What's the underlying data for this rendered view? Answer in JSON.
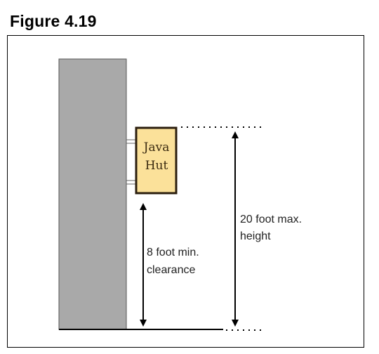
{
  "figure": {
    "title": "Figure 4.19"
  },
  "sign": {
    "line1": "Java",
    "line2": "Hut",
    "fill_color": "#fbe19a",
    "border_color": "#2b1e0e"
  },
  "wall": {
    "color": "#a9a9a9"
  },
  "annotations": {
    "clearance_line1": "8 foot min.",
    "clearance_line2": "clearance",
    "height_line1": "20 foot max.",
    "height_line2": "height"
  }
}
